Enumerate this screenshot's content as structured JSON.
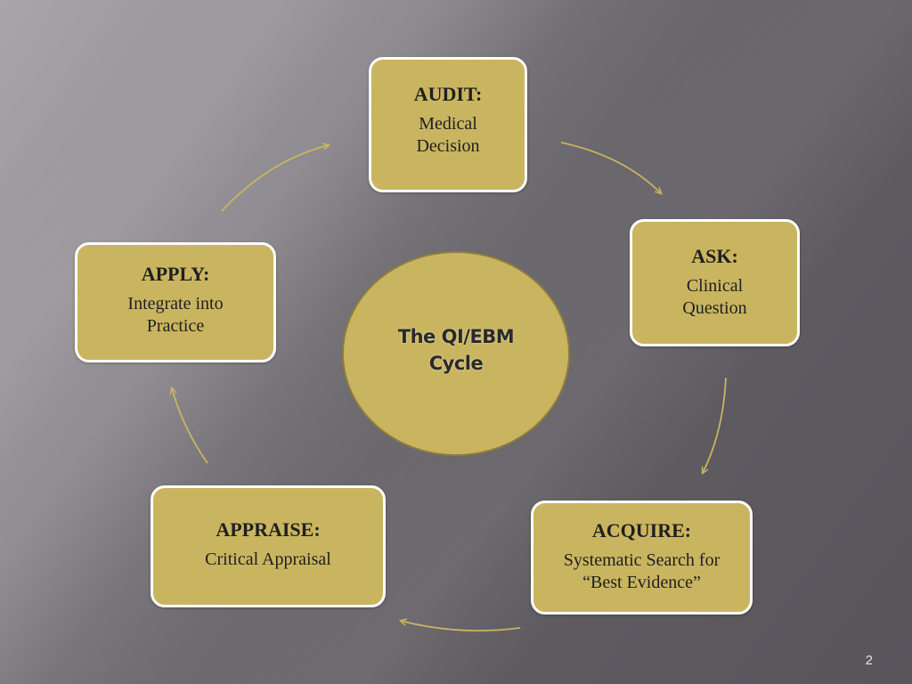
{
  "diagram": {
    "center_label": "The QI/EBM Cycle",
    "steps": [
      {
        "title": "AUDIT:",
        "desc": "Medical Decision"
      },
      {
        "title": "ASK:",
        "desc": "Clinical Question"
      },
      {
        "title": "ACQUIRE:",
        "desc": "Systematic Search for “Best Evidence”"
      },
      {
        "title": "APPRAISE:",
        "desc": "Critical Appraisal"
      },
      {
        "title": "APPLY:",
        "desc": "Integrate into Practice"
      }
    ]
  },
  "page_number": "2",
  "colors": {
    "box_fill": "#c9b560",
    "box_border": "#ffffff",
    "arrow": "#c9b560"
  }
}
